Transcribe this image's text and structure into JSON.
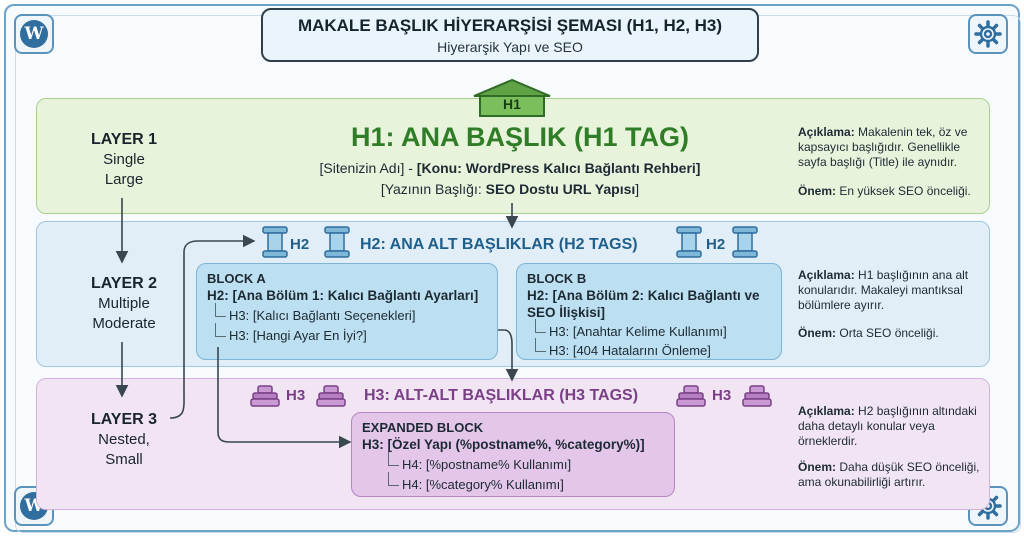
{
  "title": {
    "main": "MAKALE BAŞLIK HİYERARŞİSİ ŞEMASI (H1, H2, H3)",
    "subtitle": "Hiyerarşik Yapı ve SEO"
  },
  "colors": {
    "layer1": "#e8f3dc",
    "layer2": "#e1eef7",
    "layer3": "#f1e4f3",
    "h1_green": "#2f7d27",
    "h2_blue": "#1f5f8c",
    "h3_purple": "#7a3f87"
  },
  "icons": {
    "corner_top_left": "wordpress-icon",
    "corner_top_right": "gear-icon",
    "corner_bottom_left": "wordpress-icon",
    "corner_bottom_right": "gear-icon",
    "h1_marker": "house-icon",
    "h2_marker": "pillar-icon",
    "h3_marker": "stack-icon"
  },
  "layer1": {
    "name": "LAYER 1",
    "line1": "Single",
    "line2": "Large",
    "badge": "H1",
    "heading": "H1: ANA BAŞLIK (H1 TAG)",
    "line_a_plain": "[Sitenizin Adı] - ",
    "line_a_bold": "[Konu: WordPress Kalıcı Bağlantı Rehberi]",
    "line_b_plain": "[Yazının Başlığı: ",
    "line_b_bold": "SEO Dostu URL Yapısı",
    "line_b_end": "]",
    "desc_label": "Açıklama:",
    "desc_text": "Makalenin tek, öz ve kapsayıcı başlığıdır. Genellikle sayfa başlığı (Title) ile aynıdır.",
    "importance_label": "Önem:",
    "importance_text": "En yüksek SEO önceliği."
  },
  "layer2": {
    "name": "LAYER 2",
    "line1": "Multiple",
    "line2": "Moderate",
    "badge": "H2",
    "heading": "H2: ANA ALT BAŞLIKLAR (H2 TAGS)",
    "block_a": {
      "title": "BLOCK A",
      "h2": "H2: [Ana Bölüm 1: Kalıcı Bağlantı Ayarları]",
      "items": [
        "H3: [Kalıcı Bağlantı Seçenekleri]",
        "H3: [Hangi Ayar En İyi?]"
      ]
    },
    "block_b": {
      "title": "BLOCK B",
      "h2": "H2: [Ana Bölüm 2: Kalıcı Bağlantı ve SEO İlişkisi]",
      "items": [
        "H3: [Anahtar Kelime Kullanımı]",
        "H3: [404 Hatalarını Önleme]"
      ]
    },
    "desc_label": "Açıklama:",
    "desc_text": "H1 başlığının ana alt konularıdır. Makaleyi mantıksal bölümlere ayırır.",
    "importance_label": "Önem:",
    "importance_text": "Orta SEO önceliği."
  },
  "layer3": {
    "name": "LAYER 3",
    "line1": "Nested,",
    "line2": "Small",
    "badge": "H3",
    "heading": "H3: ALT-ALT BAŞLIKLAR (H3 TAGS)",
    "block": {
      "title": "EXPANDED BLOCK",
      "h3": "H3: [Özel Yapı (%postname%, %category%)]",
      "items": [
        "H4: [%postname% Kullanımı]",
        "H4: [%category% Kullanımı]"
      ]
    },
    "desc_label": "Açıklama:",
    "desc_text": "H2 başlığının altındaki daha detaylı konular veya örneklerdir.",
    "importance_label": "Önem:",
    "importance_text": "Daha düşük SEO önceliği, ama okunabilirliği artırır."
  }
}
